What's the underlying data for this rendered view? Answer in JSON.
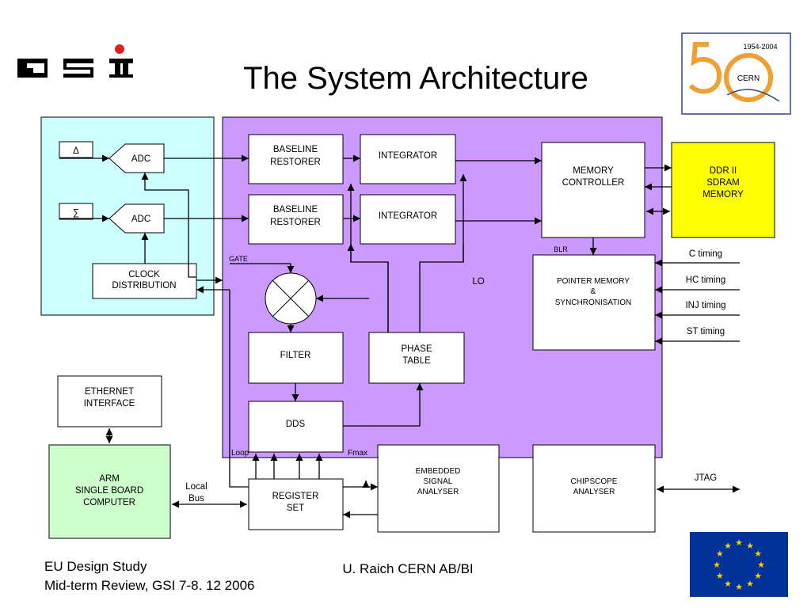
{
  "title": "The System Architecture",
  "logos": {
    "gsi": "GSI",
    "cern_years": "1954-2004",
    "cern_text": "CERN"
  },
  "blocks": {
    "delta_symbol": "Δ",
    "sigma_symbol": "∑",
    "adc_top": "ADC",
    "adc_bottom": "ADC",
    "clock_distribution": [
      "CLOCK",
      "DISTRIBUTION"
    ],
    "baseline_restorer_1": [
      "BASELINE",
      "RESTORER"
    ],
    "baseline_restorer_2": [
      "BASELINE",
      "RESTORER"
    ],
    "integrator_1": "INTEGRATOR",
    "integrator_2": "INTEGRATOR",
    "memory_controller": [
      "MEMORY",
      "CONTROLLER"
    ],
    "ddr_memory": [
      "DDR II",
      "SDRAM",
      "MEMORY"
    ],
    "pointer_memory": [
      "POINTER MEMORY",
      "&",
      "SYNCHRONISATION"
    ],
    "filter": "FILTER",
    "phase_table": [
      "PHASE",
      "TABLE"
    ],
    "dds": "DDS",
    "ethernet_interface": [
      "ETHERNET",
      "INTERFACE"
    ],
    "arm_computer": [
      "ARM",
      "SINGLE BOARD",
      "COMPUTER"
    ],
    "register_set": [
      "REGISTER",
      "SET"
    ],
    "embedded_signal_analyser": [
      "EMBEDDED",
      "SIGNAL",
      "ANALYSER"
    ],
    "chipscope_analyser": [
      "CHIPSCOPE",
      "ANALYSER"
    ]
  },
  "labels": {
    "blr": "BLR",
    "gate": "GATE",
    "lo": "LO",
    "loop": "Loop",
    "fmax": "Fmax",
    "local_bus": [
      "Local",
      "Bus"
    ],
    "jtag": "JTAG",
    "timing": [
      "C timing",
      "HC timing",
      "INJ timing",
      "ST timing"
    ]
  },
  "footer": {
    "left_line1": "EU Design Study",
    "left_line2": "Mid-term Review, GSI 7-8. 12 2006",
    "center": "U. Raich CERN AB/BI"
  },
  "colors": {
    "frontend_region": "#ccffff",
    "fpga_region": "#cc99ff",
    "ddr_memory": "#ffff00",
    "arm_computer": "#ccffcc",
    "eu_flag": "#003399",
    "eu_stars": "#ffcc00",
    "gsi_red": "#e0201c",
    "cern_orange": "#f0a030",
    "cern_blue": "#2a4a8a"
  }
}
